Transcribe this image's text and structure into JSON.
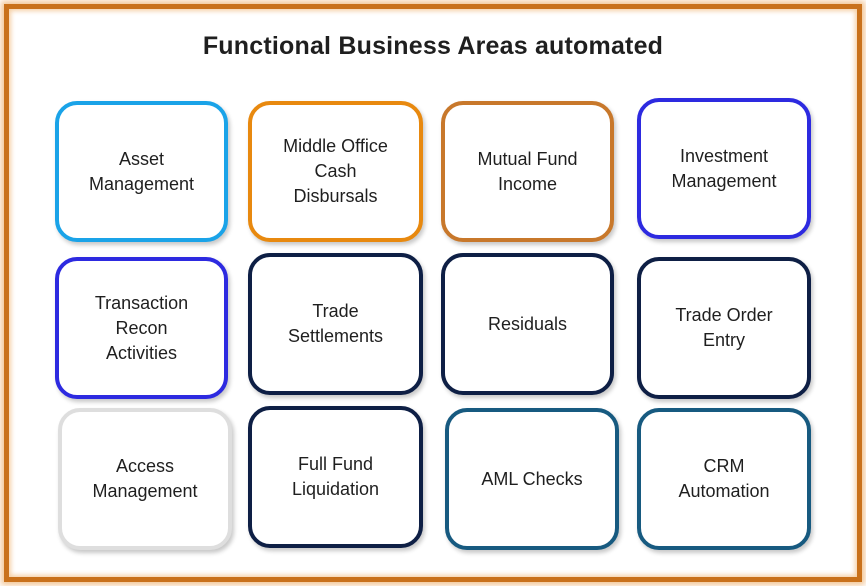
{
  "title": "Functional Business Areas  automated",
  "areas": [
    {
      "label": "Asset\nManagement",
      "color": "#1aa3e8"
    },
    {
      "label": "Middle Office\nCash\nDisbursals",
      "color": "#e8890f"
    },
    {
      "label": "Mutual Fund\nIncome",
      "color": "#c8782b"
    },
    {
      "label": "Investment\nManagement",
      "color": "#2d2ae0"
    },
    {
      "label": "Transaction\nRecon\nActivities",
      "color": "#2d2ae0"
    },
    {
      "label": "Trade\nSettlements",
      "color": "#0e1f45"
    },
    {
      "label": "Residuals",
      "color": "#0e1f45"
    },
    {
      "label": "Trade Order\nEntry",
      "color": "#0e1f45"
    },
    {
      "label": "Access\nManagement",
      "color": "#dedede"
    },
    {
      "label": "Full Fund\nLiquidation",
      "color": "#0e1f45"
    },
    {
      "label": "AML Checks",
      "color": "#175a80"
    },
    {
      "label": "CRM\nAutomation",
      "color": "#175a80"
    }
  ]
}
